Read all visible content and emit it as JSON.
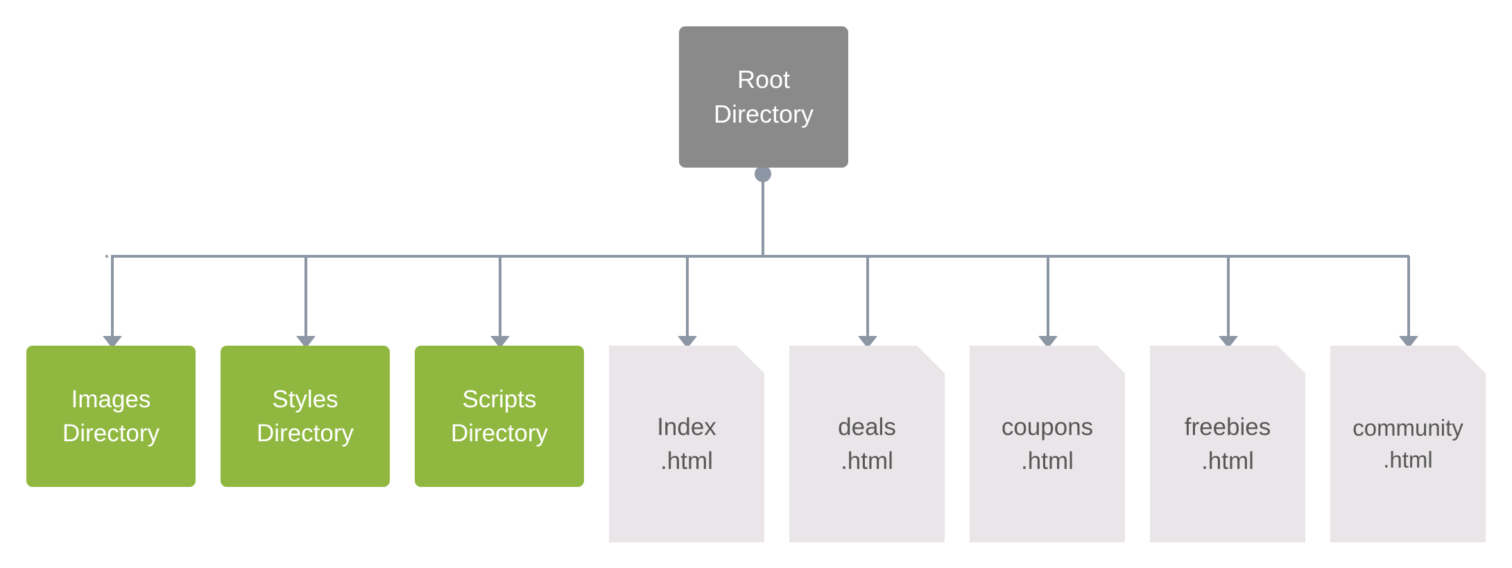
{
  "diagram": {
    "root": {
      "line1": "Root",
      "line2": "Directory"
    },
    "directories": [
      {
        "line1": "Images",
        "line2": "Directory"
      },
      {
        "line1": "Styles",
        "line2": "Directory"
      },
      {
        "line1": "Scripts",
        "line2": "Directory"
      }
    ],
    "files": [
      {
        "line1": "Index",
        "line2": ".html"
      },
      {
        "line1": "deals",
        "line2": ".html"
      },
      {
        "line1": "coupons",
        "line2": ".html"
      },
      {
        "line1": "freebies",
        "line2": ".html"
      },
      {
        "line1": "community",
        "line2": ".html"
      }
    ]
  },
  "colors": {
    "root_fill": "#8a8a8a",
    "directory_fill": "#90b840",
    "file_fill": "#e9e5e8",
    "connector": "#8c96a4"
  }
}
